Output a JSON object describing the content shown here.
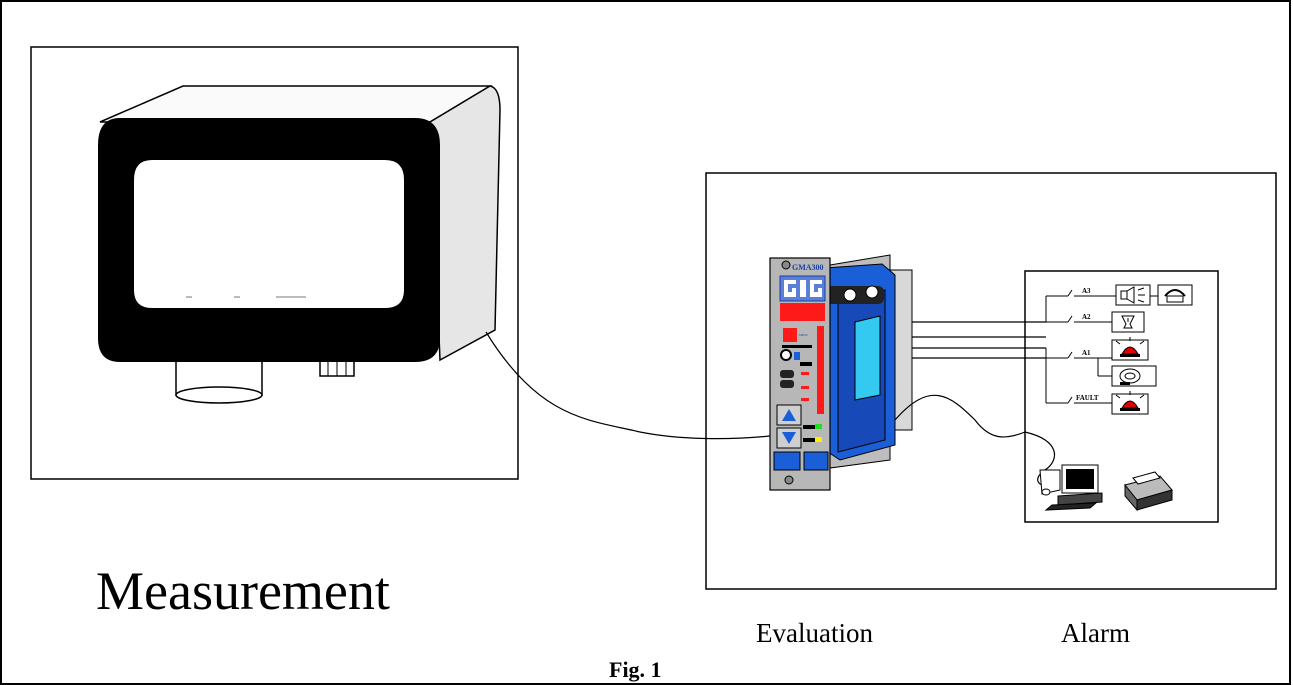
{
  "labels": {
    "measurement": "Measurement",
    "evaluation": "Evaluation",
    "alarm": "Alarm",
    "figure": "Fig. 1"
  },
  "controller": {
    "model": "GMA300",
    "logo": "GfG"
  },
  "alarm_outputs": [
    "A3",
    "A2",
    "A1",
    "FAULT"
  ],
  "alarm_devices": [
    "horn-icon",
    "telephone-icon",
    "siren-icon",
    "beacon-icon",
    "bell-icon",
    "beacon-icon",
    "computer-icon",
    "fax-icon"
  ],
  "colors": {
    "outline": "#000000",
    "housing_side": "#e6e6e6",
    "panel": "#b7b7b7",
    "relay_blue": "#1a5fd8",
    "relay_light": "#33c9f0",
    "display_red": "#ff1a1a",
    "logo_blue": "#5b7fd6",
    "led_green": "#22dd22",
    "led_yellow": "#ffee00"
  }
}
